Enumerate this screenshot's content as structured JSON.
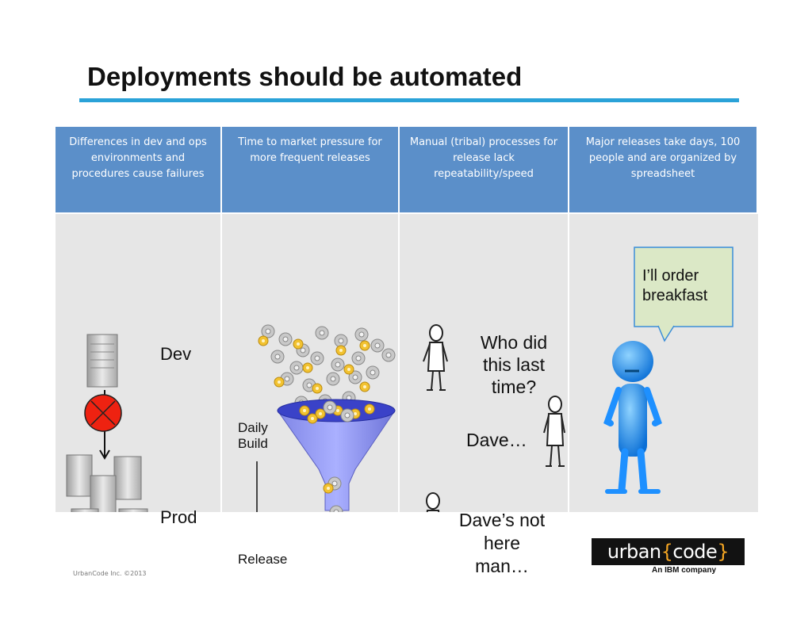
{
  "title": "Deployments should be automated",
  "headers": [
    "Differences in dev and ops environments and procedures cause failures",
    "Time to market pressure for more frequent releases",
    "Manual (tribal) processes for release lack repeatability/speed",
    "Major releases take days, 100 people and are organized by spreadsheet"
  ],
  "col1": {
    "dev_label": "Dev",
    "prod_label": "Prod"
  },
  "col2": {
    "daily_build": "Daily Build",
    "release": "Release"
  },
  "col3": {
    "question": "Who did this last time?",
    "answer": "Dave…",
    "reply": "Dave’s not here man…"
  },
  "col4": {
    "speech": "I’ll order breakfast"
  },
  "logo": {
    "left": "urban",
    "brace_open": "{",
    "word": "code",
    "brace_close": "}",
    "sub": "An IBM company"
  },
  "footer": "UrbanCode Inc. ©2013",
  "colors": {
    "header_bg": "#5b8fc9",
    "title_rule": "#2aa2d8",
    "cell_bg": "#e6e6e6",
    "figure_blue": "#1e90ff",
    "speech_bg": "#dbe8c6"
  },
  "icons": [
    "server-icon",
    "server-rack-icon",
    "error-x-icon",
    "gear-icon",
    "funnel-icon",
    "stick-figure-icon",
    "blue-figure-icon",
    "speech-bubble-icon",
    "down-arrow-icon"
  ]
}
